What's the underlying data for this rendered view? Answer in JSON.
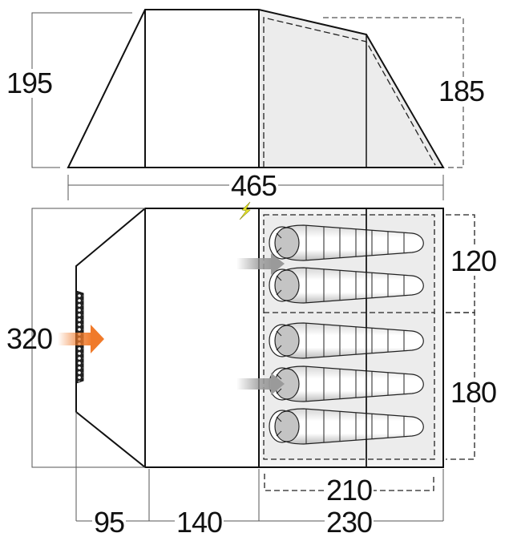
{
  "diagram": {
    "type": "tent-dimension-diagram",
    "units": "cm",
    "side_view": {
      "labels": {
        "height_front": "195",
        "height_rear": "185",
        "total_length": "465"
      }
    },
    "floor_plan": {
      "labels": {
        "width": "320",
        "bedroom_small_width": "120",
        "bedroom_large_width": "180",
        "bedroom_inner_length": "210",
        "porch_length": "95",
        "living_length": "140",
        "bedroom_length": "230"
      },
      "sleeping_bags": 5,
      "features": {
        "electric_hookup_icon": "lightning-bolt",
        "entrance_arrow_color": "#f07a2a",
        "bedroom_door_arrow_color": "#9a9a9a",
        "bedroom_fill": "#ececec",
        "mesh_panel": "ventilation-mesh"
      }
    }
  }
}
